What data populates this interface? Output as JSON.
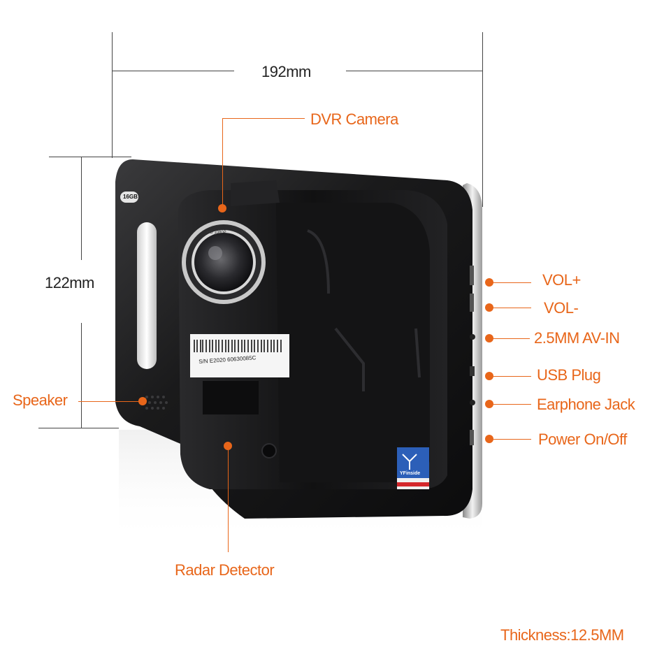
{
  "dimensions": {
    "width_label": "192mm",
    "height_label": "122mm"
  },
  "callouts": {
    "dvr_camera": "DVR Camera",
    "speaker": "Speaker",
    "radar_detector": "Radar Detector",
    "vol_plus": "VOL+",
    "vol_minus": "VOL-",
    "av_in": "2.5MM AV-IN",
    "usb_plug": "USB Plug",
    "earphone_jack": "Earphone Jack",
    "power": "Power On/Off"
  },
  "device": {
    "memory_badge": "16GB",
    "serial_label": "S/N E2020 60630085C",
    "lens_ring_text": "HD 1080P",
    "logo_text": "YFinside"
  },
  "footer": {
    "thickness": "Thickness:12.5MM"
  },
  "colors": {
    "accent": "#e8661a",
    "device_body": "#1c1c1e",
    "line": "#444444"
  }
}
